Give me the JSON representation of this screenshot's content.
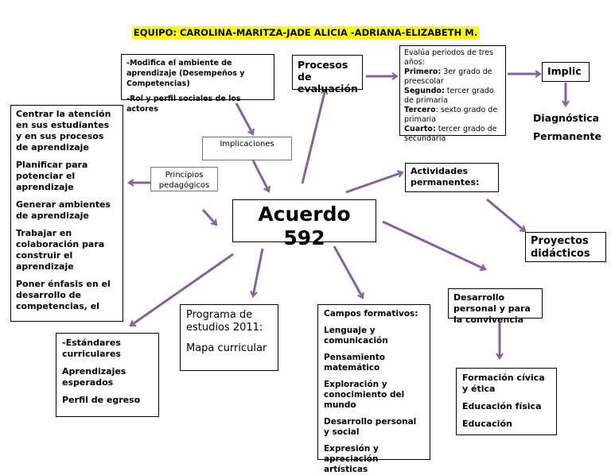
{
  "title": "EQUIPO: CAROLINA-MARITZA-JADE ALICIA -ADRIANA-ELIZABETH M.",
  "center": "Acuerdo 592",
  "colors": {
    "arrow": "#8064a2",
    "highlight": "#ffff00"
  },
  "implicaciones_label": "Implicaciones",
  "principios_label": "Principios pedagógicos",
  "modifica": {
    "line1": "-Modifica el ambiente de aprendizaje (Desempeños y Competencias)",
    "line2": "-Rol y perfil sociales de los actores"
  },
  "procesos": "Procesos de evaluación",
  "evalua": {
    "intro": "Evalúa periodos de tres años:",
    "rows": [
      {
        "label": "Primero:",
        "text": " 3er grado de preescolar"
      },
      {
        "label": "Segundo:",
        "text": " tercer grado de primaria"
      },
      {
        "label": "Tercero",
        "text": ": sexto grado de primaria"
      },
      {
        "label": "Cuarto:",
        "text": " tercer grado de secundaria"
      }
    ]
  },
  "implic": "Implic",
  "diagnostica": [
    "Diagnóstica",
    "Permanente"
  ],
  "principios_list": [
    "Centrar la atención en sus estudiantes y en sus procesos de aprendizaje",
    "Planificar para potenciar el aprendizaje",
    "Generar ambientes de aprendizaje",
    "Trabajar en colaboración para construir el aprendizaje",
    "Poner énfasis en el desarrollo de competencias, el"
  ],
  "actividades": "Actividades permanentes:",
  "proyectos": "Proyectos didácticos",
  "estandares": [
    "-Estándares curriculares",
    "Aprendizajes esperados",
    "Perfil de egreso"
  ],
  "programa": {
    "line1": "Programa de estudios 2011:",
    "line2": "Mapa curricular"
  },
  "campos": {
    "heading": "Campos formativos:",
    "items": [
      "Lenguaje y comunicación",
      "Pensamiento matemático",
      "Exploración y conocimiento del mundo",
      "Desarrollo personal y social",
      "Expresión y apreciación artísticas"
    ]
  },
  "desarrollo": "Desarrollo personal y para la convivencia",
  "formacion": [
    "Formación cívica y ética",
    "Educación física",
    "Educación"
  ]
}
